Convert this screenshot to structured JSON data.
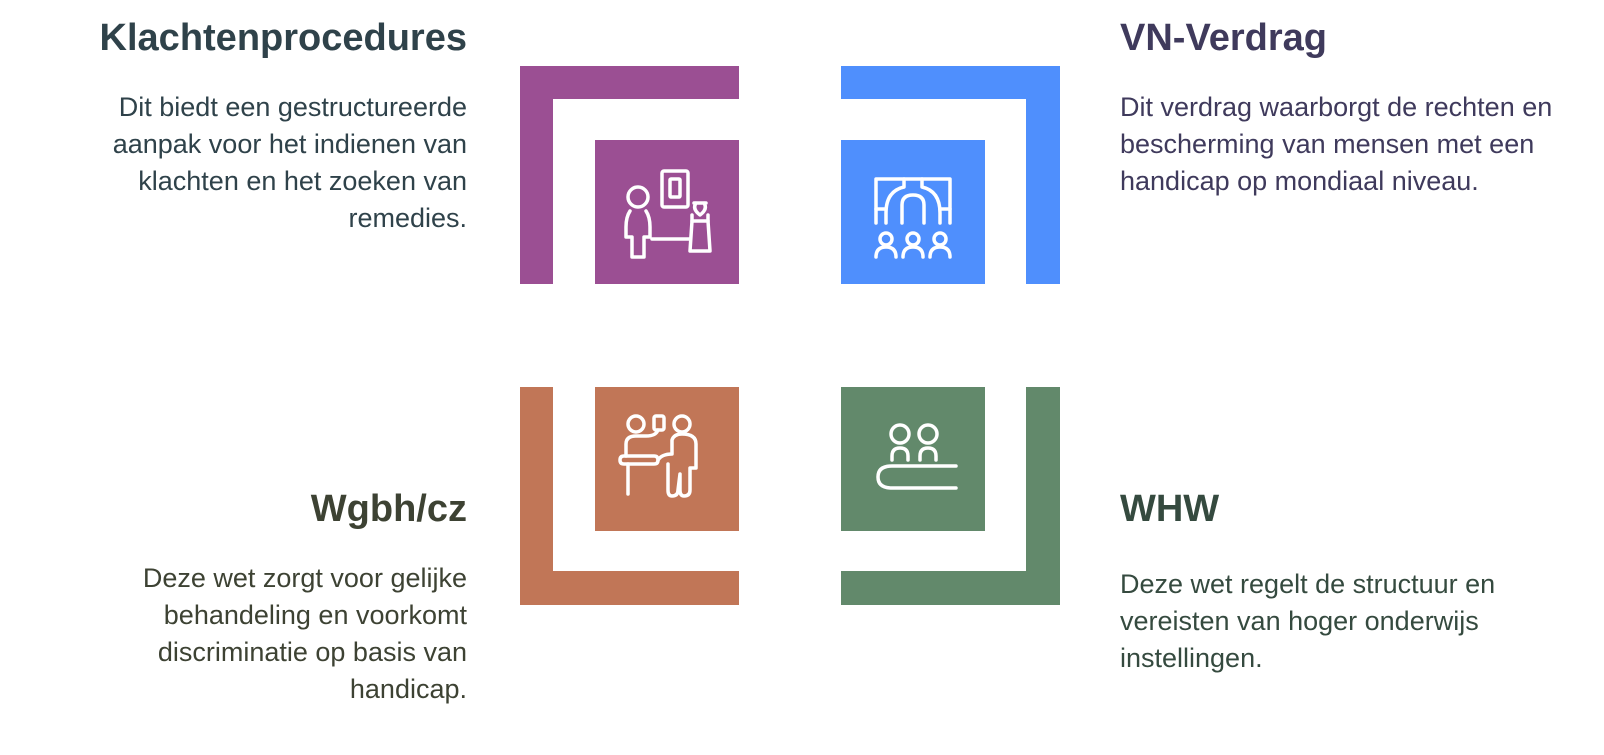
{
  "items": [
    {
      "id": "klachtenprocedures",
      "title": "Klachtenprocedures",
      "description": "Dit biedt een gestructureerde aanpak voor het indienen van klachten en het zoeken van remedies.",
      "color": "#9b4f93",
      "icon": "complaint-desk-icon"
    },
    {
      "id": "vn-verdrag",
      "title": "VN-Verdrag",
      "description": "Dit verdrag waarborgt de rechten en bescherming van mensen met een handicap op mondiaal niveau.",
      "color": "#4f8ffd",
      "icon": "assembly-hall-icon"
    },
    {
      "id": "wgbh-cz",
      "title": "Wgbh/cz",
      "description": "Deze wet zorgt voor gelijke behandeling en voorkomt discriminatie op basis van handicap.",
      "color": "#c17657",
      "icon": "service-counter-icon"
    },
    {
      "id": "whw",
      "title": "WHW",
      "description": "Deze wet regelt de structuur en vereisten van hoger onderwijs instellingen.",
      "color": "#62896b",
      "icon": "students-desk-icon"
    }
  ]
}
